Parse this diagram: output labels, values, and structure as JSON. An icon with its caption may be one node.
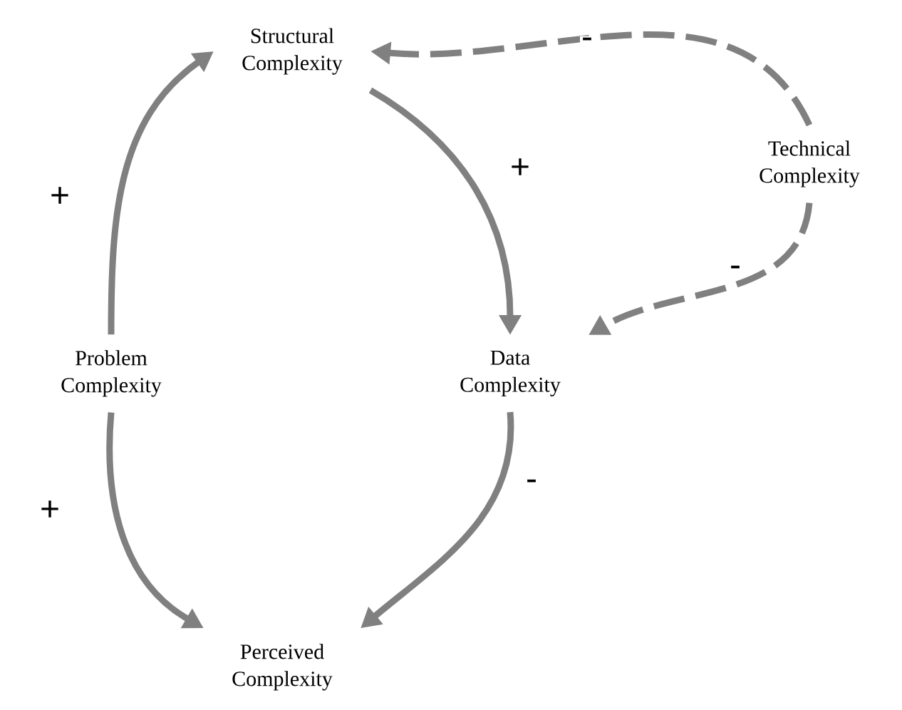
{
  "diagram": {
    "nodes": [
      {
        "text": [
          "Structural Complexity"
        ]
      },
      {
        "text": [
          "Technical Complexity"
        ]
      },
      {
        "text": [
          "Problem Complexity"
        ]
      },
      {
        "text": [
          "Data Complexity"
        ]
      },
      {
        "text": [
          "Perceived Complexity"
        ]
      }
    ],
    "edges": [
      {
        "from": 2,
        "to": 0,
        "arrow": "to",
        "label": "+"
      },
      {
        "from": 1,
        "to": 0,
        "arrow": "to",
        "label": "-",
        "style": "dashed"
      },
      {
        "from": 0,
        "to": 3,
        "arrow": "to",
        "label": "+"
      },
      {
        "from": 1,
        "to": 3,
        "arrow": "to",
        "label": "-",
        "style": "dashed"
      },
      {
        "from": 2,
        "to": 4,
        "arrow": "to",
        "label": "+"
      },
      {
        "from": 3,
        "to": 4,
        "arrow": "to",
        "label": "-"
      }
    ]
  }
}
